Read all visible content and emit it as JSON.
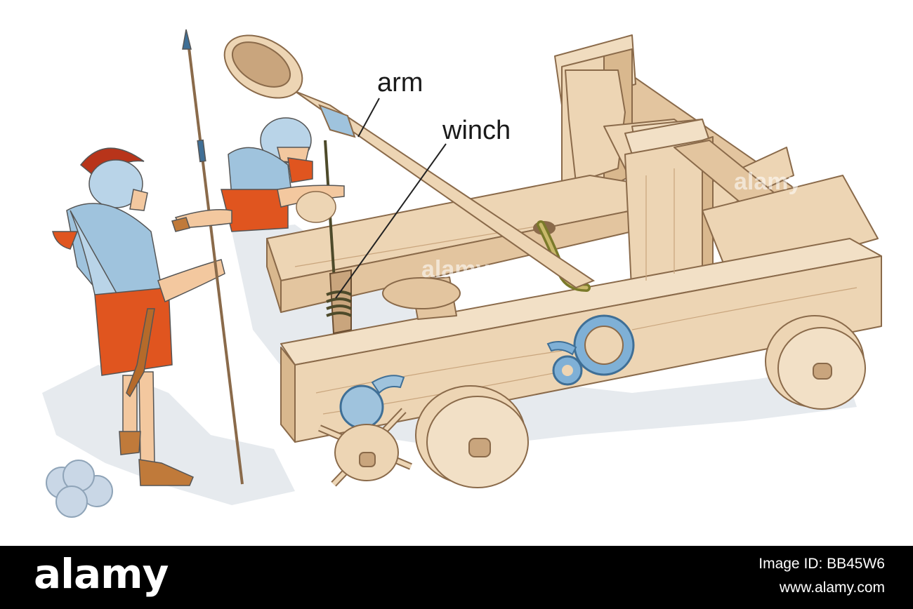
{
  "labels": {
    "arm": "arm",
    "winch": "winch"
  },
  "watermarks": {
    "center": "alamy",
    "right": "alamy"
  },
  "footer": {
    "brand": "alamy",
    "image_id": "Image ID: BB45W6",
    "site": "www.alamy.com"
  },
  "colors": {
    "wood": "#edd5b4",
    "wood_shadow": "#d9b88e",
    "outline": "#8a6a4a",
    "armor": "#9fc3dd",
    "tunic": "#e0551f",
    "crest": "#b8341a",
    "stone": "#c9d7e6",
    "footer_bg": "#000000"
  }
}
